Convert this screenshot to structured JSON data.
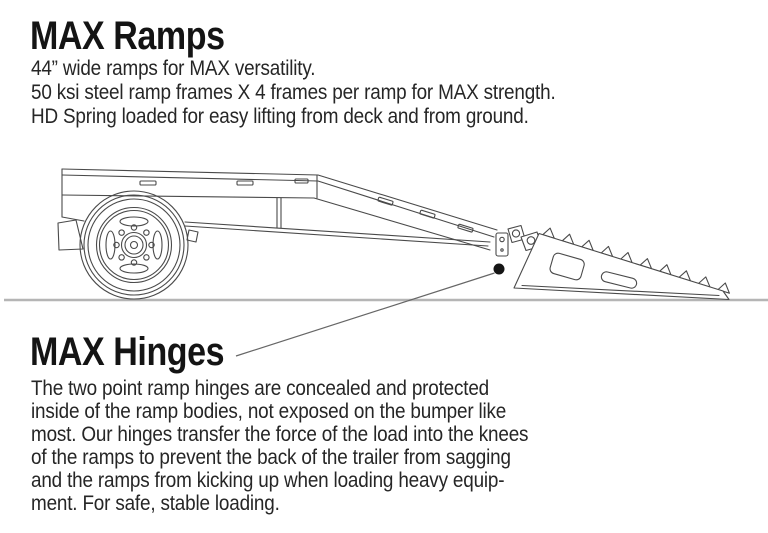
{
  "ramps_section": {
    "title": "MAX Ramps",
    "lines": [
      "44” wide ramps for MAX versatility.",
      "50 ksi steel ramp frames X 4 frames per ramp for MAX strength.",
      "HD Spring loaded for easy lifting from deck and from ground."
    ]
  },
  "hinges_section": {
    "title": "MAX Hinges",
    "lines": [
      "The two point ramp hinges are concealed and protected",
      "inside of the ramp bodies, not exposed on the bumper like",
      "most. Our hinges transfer the force of the load into the knees",
      "of the ramps to prevent the back of the trailer from sagging",
      "and the ramps from kicking up when loading heavy equip-",
      "ment. For safe, stable loading."
    ]
  },
  "diagram": {
    "label": "side-view-of-trailer-rear-with-wheel-beavertail-and-serrated-loading-ramp",
    "colors": {
      "line": "#4a4a4a",
      "ground": "#b5b5b5",
      "callout_dot": "#151515",
      "leader_line": "#666666"
    }
  }
}
